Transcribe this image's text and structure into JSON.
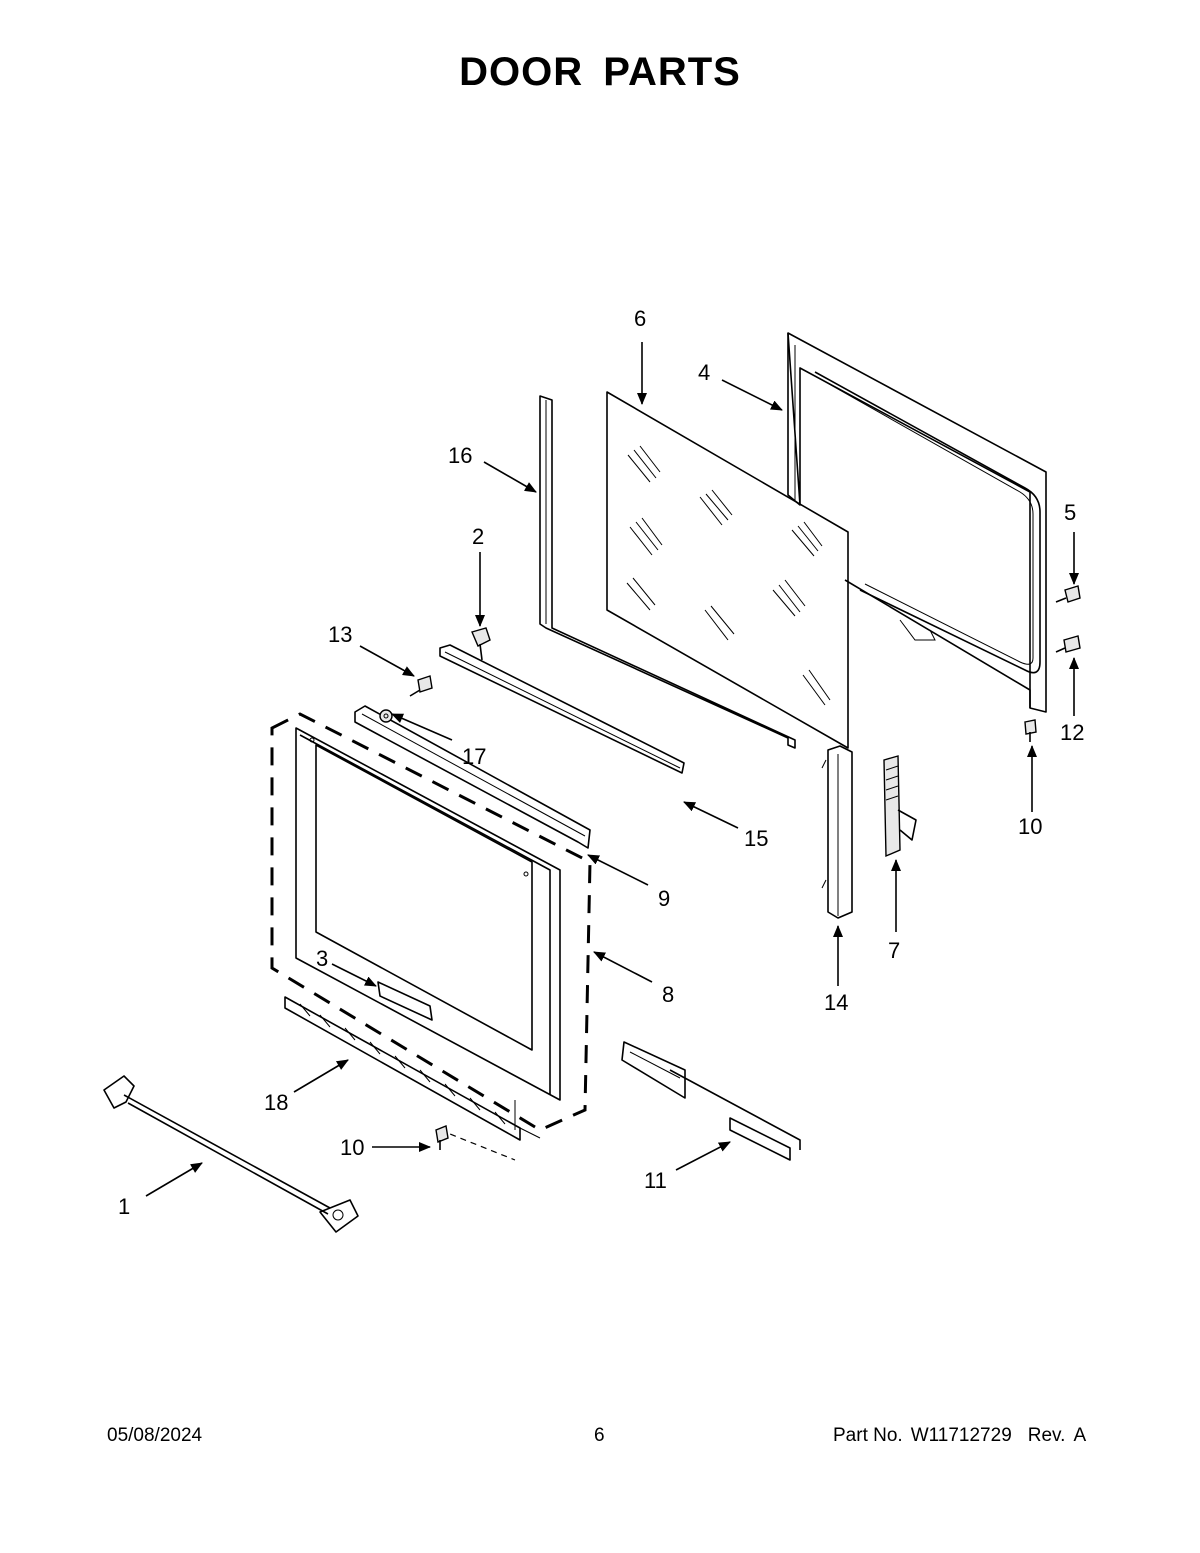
{
  "page": {
    "title": "DOOR PARTS"
  },
  "callouts": [
    {
      "id": "c1",
      "label": "1"
    },
    {
      "id": "c2",
      "label": "2"
    },
    {
      "id": "c3",
      "label": "3"
    },
    {
      "id": "c4",
      "label": "4"
    },
    {
      "id": "c5",
      "label": "5"
    },
    {
      "id": "c6",
      "label": "6"
    },
    {
      "id": "c7",
      "label": "7"
    },
    {
      "id": "c8",
      "label": "8"
    },
    {
      "id": "c9",
      "label": "9"
    },
    {
      "id": "c10a",
      "label": "10"
    },
    {
      "id": "c10b",
      "label": "10"
    },
    {
      "id": "c11",
      "label": "11"
    },
    {
      "id": "c12",
      "label": "12"
    },
    {
      "id": "c13",
      "label": "13"
    },
    {
      "id": "c14",
      "label": "14"
    },
    {
      "id": "c15",
      "label": "15"
    },
    {
      "id": "c16",
      "label": "16"
    },
    {
      "id": "c17",
      "label": "17"
    },
    {
      "id": "c18",
      "label": "18"
    }
  ],
  "footer": {
    "date": "05/08/2024",
    "page_number": "6",
    "part_label": "Part No.",
    "part_number": "W11712729",
    "rev_label": "Rev.",
    "rev_value": "A"
  }
}
